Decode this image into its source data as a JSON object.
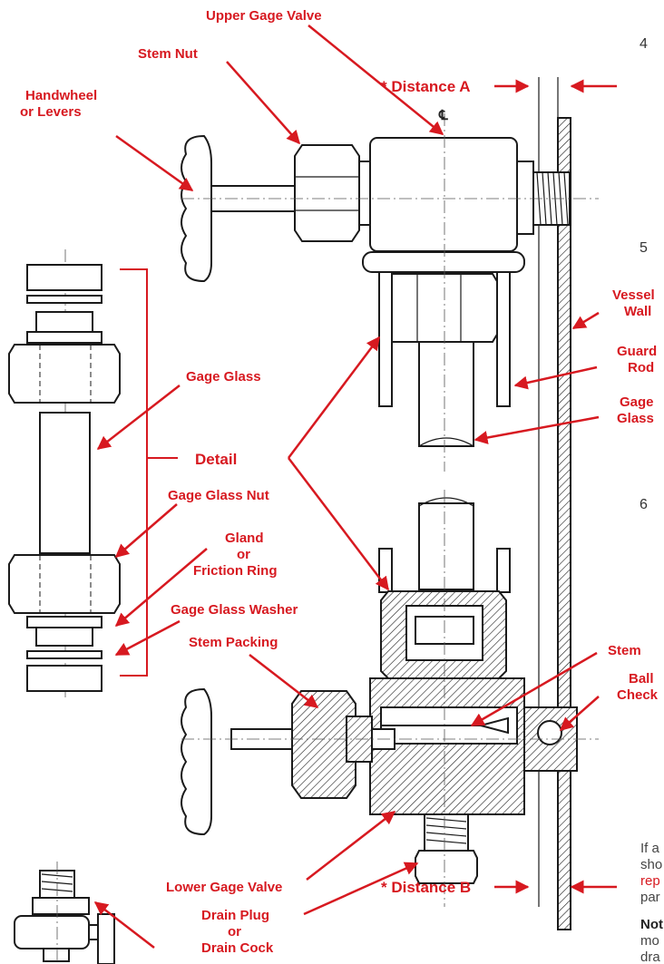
{
  "labels": {
    "upper_gage_valve": "Upper Gage Valve",
    "stem_nut": "Stem Nut",
    "handwheel_line1": "Handwheel",
    "handwheel_line2": "or Levers",
    "distance_a": "* Distance A",
    "centerline_symbol": "℄",
    "vessel_wall_line1": "Vessel",
    "vessel_wall_line2": "Wall",
    "guard_rod_line1": "Guard",
    "guard_rod_line2": "Rod",
    "gage_glass_right_line1": "Gage",
    "gage_glass_right_line2": "Glass",
    "gage_glass_left": "Gage Glass",
    "detail": "Detail",
    "gage_glass_nut": "Gage Glass Nut",
    "gland_line1": "Gland",
    "gland_line2": "or",
    "gland_line3": "Friction Ring",
    "gage_glass_washer": "Gage Glass Washer",
    "stem_packing": "Stem Packing",
    "stem": "Stem",
    "ball_check_line1": "Ball",
    "ball_check_line2": "Check",
    "lower_gage_valve": "Lower Gage Valve",
    "distance_b": "* Distance B",
    "drain_line1": "Drain Plug",
    "drain_line2": "or",
    "drain_line3": "Drain Cock"
  },
  "page_numbers": [
    "4",
    "5",
    "6"
  ],
  "side_text": {
    "line1": "If a",
    "line2": "sho",
    "line3_red": "rep",
    "line4": "par",
    "note_bold": "Not",
    "note_line2": "mo",
    "note_line3": "dra"
  },
  "colors": {
    "accent_red": "#d71920",
    "ink": "#1a1a1a",
    "background": "#ffffff"
  }
}
